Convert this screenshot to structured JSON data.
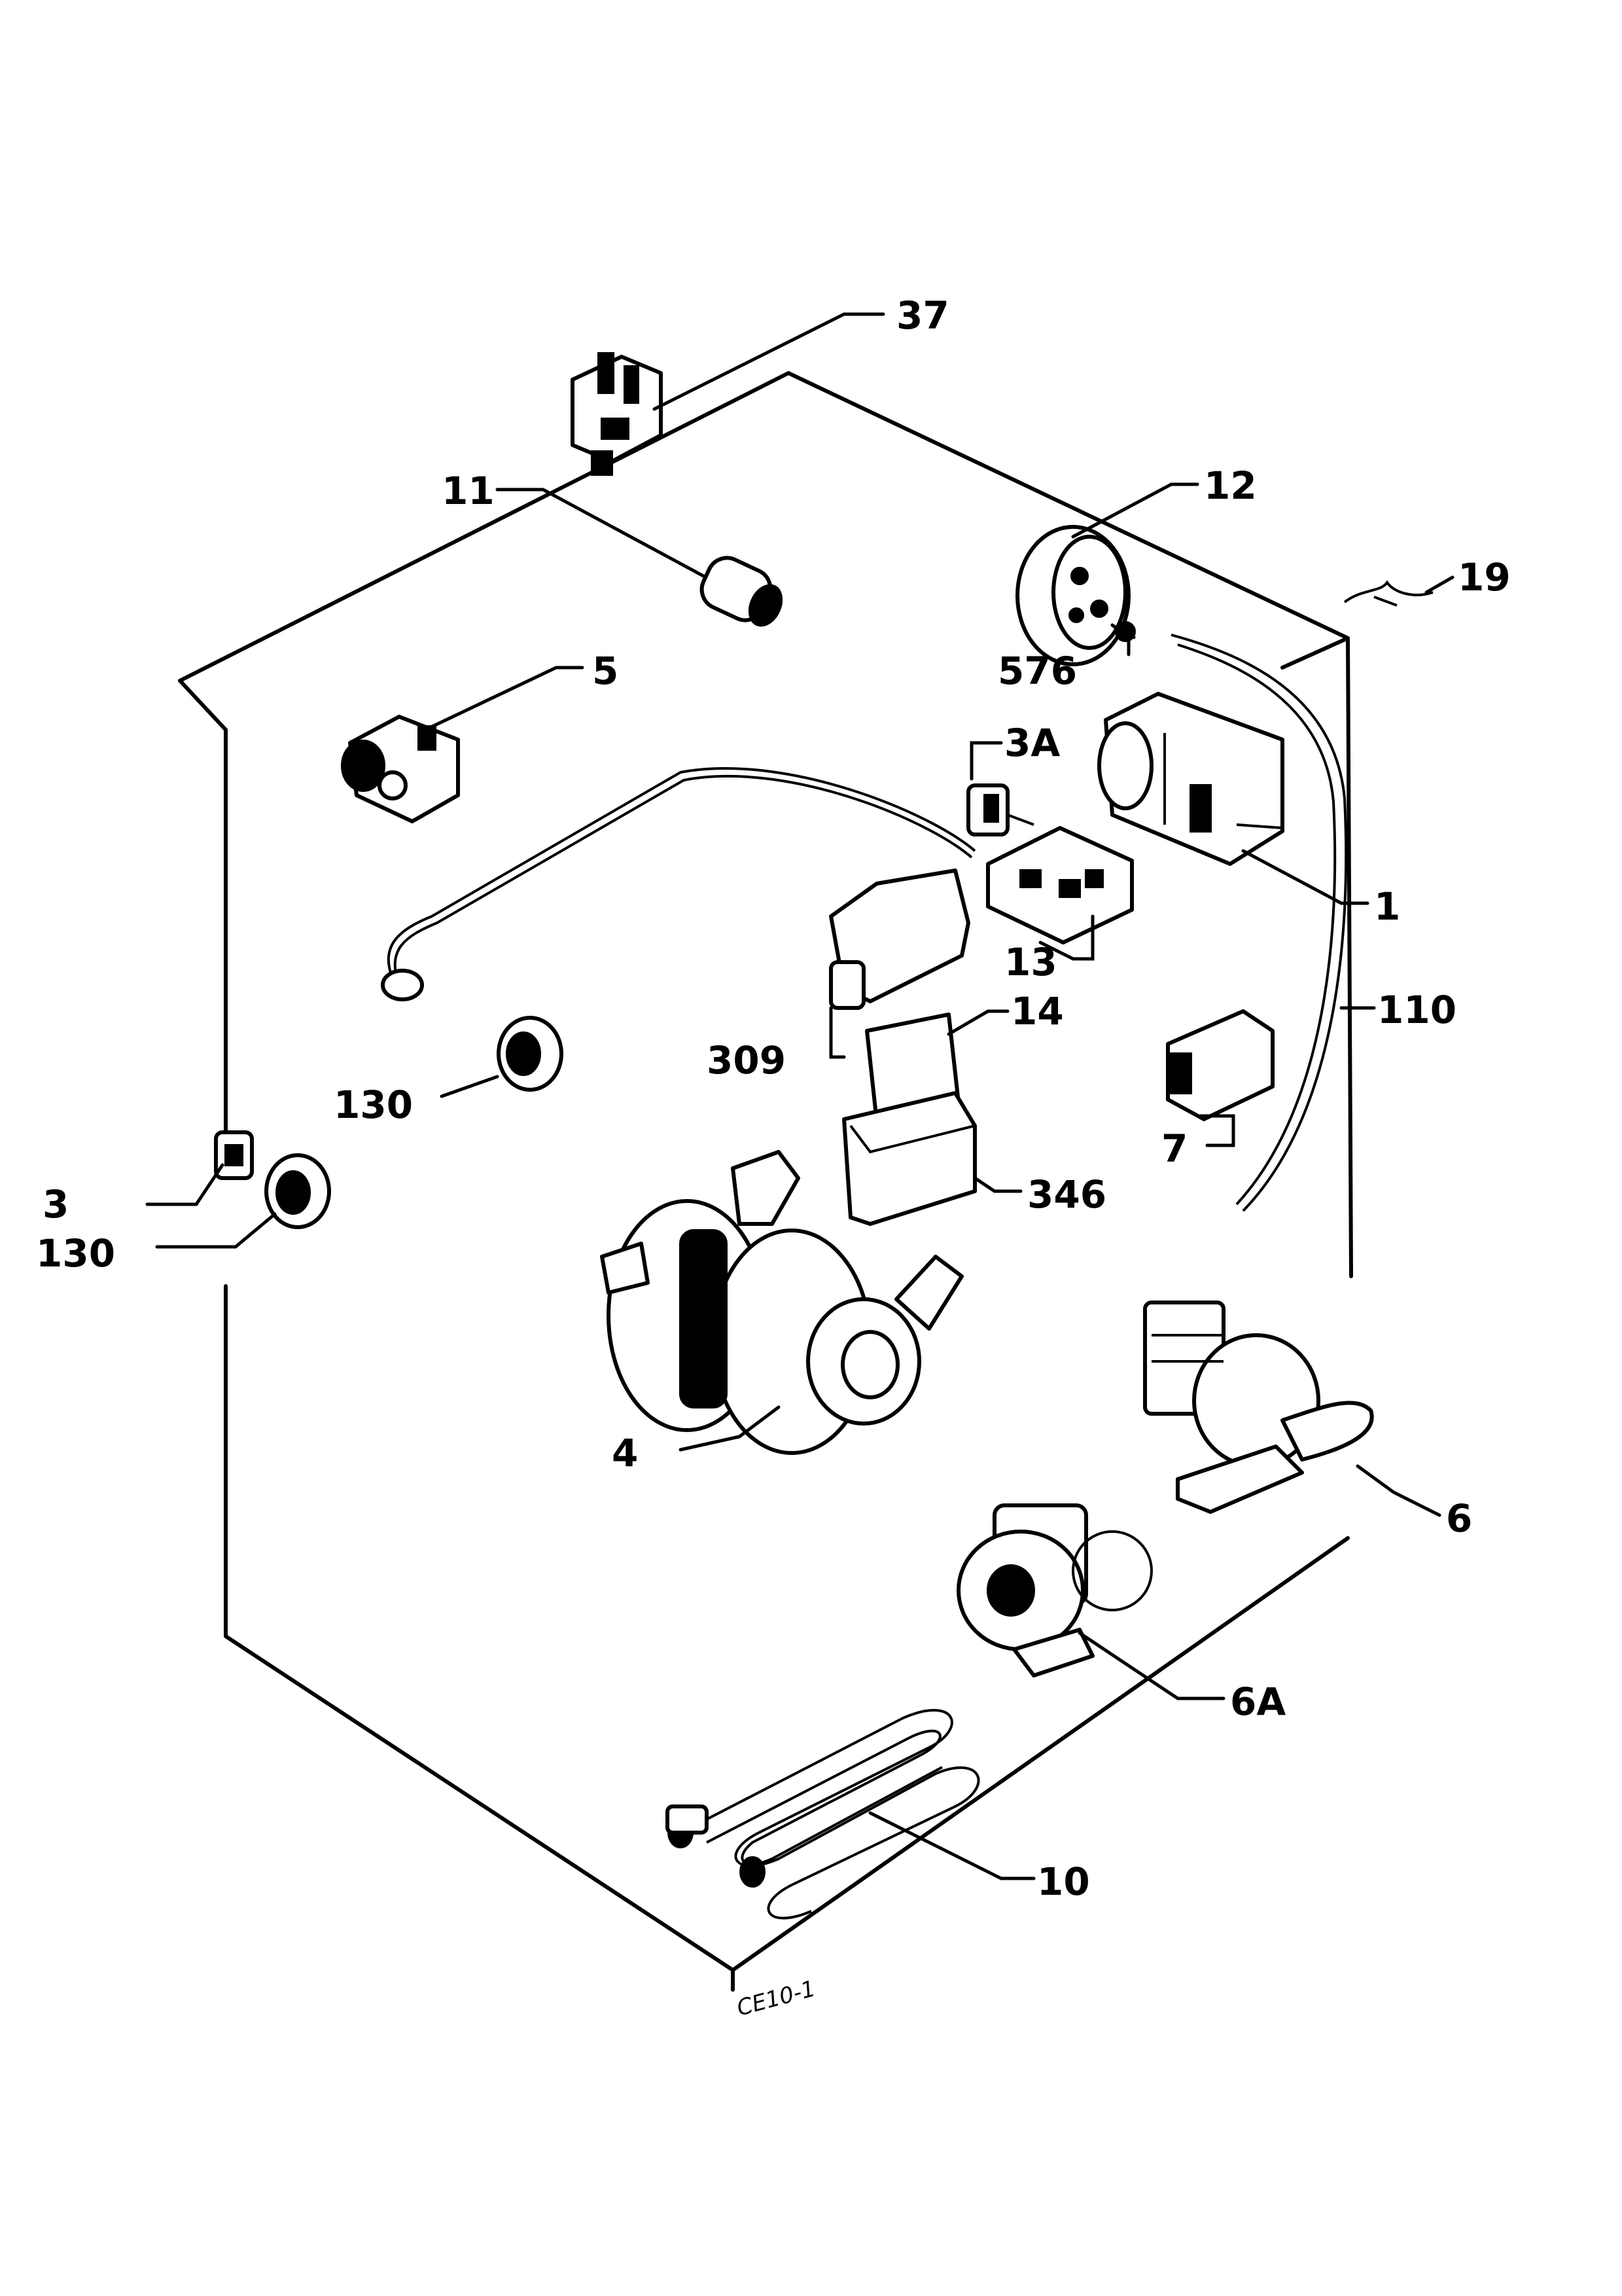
{
  "callouts": {
    "c37": "37",
    "c11": "11",
    "c12": "12",
    "c19": "19",
    "c576": "576",
    "c5": "5",
    "c3A": "3A",
    "c1": "1",
    "c13": "13",
    "c110": "110",
    "c14": "14",
    "c309": "309",
    "c130a": "130",
    "c7": "7",
    "c3": "3",
    "c130b": "130",
    "c346": "346",
    "c4": "4",
    "c6": "6",
    "c6A": "6A",
    "c10": "10"
  },
  "drawing_code": "CE10-1"
}
